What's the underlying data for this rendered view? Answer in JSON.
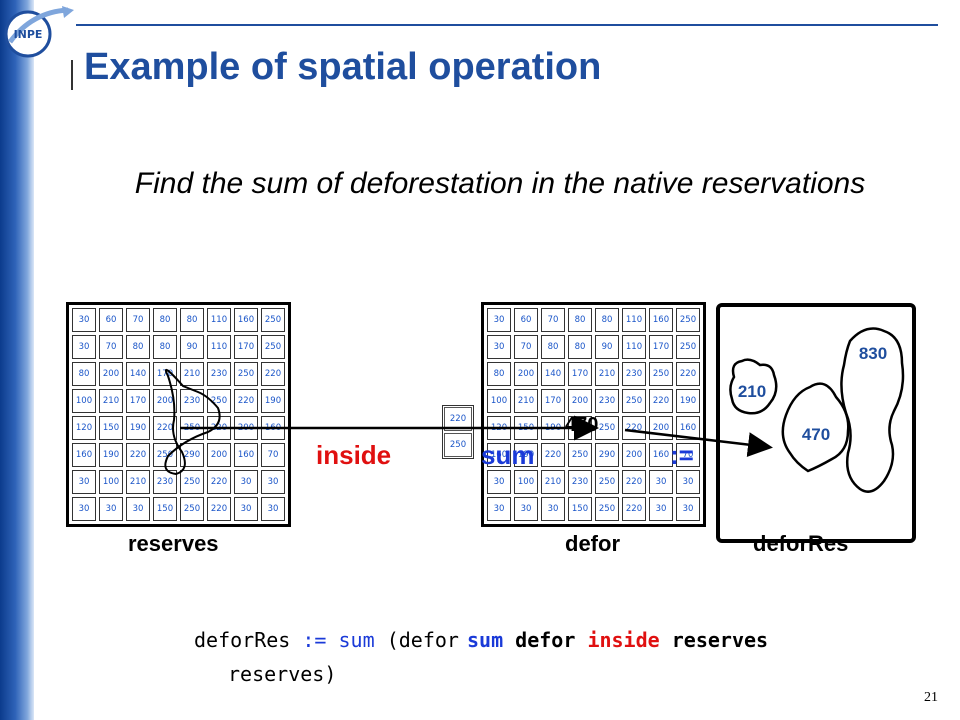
{
  "logo": {
    "text": "INPE"
  },
  "title": "Example of spatial operation",
  "subtitle": "Find the sum of deforestation in the native reservations",
  "grid_values": [
    [
      "30",
      "60",
      "70",
      "80",
      "80",
      "110",
      "160",
      "250"
    ],
    [
      "30",
      "70",
      "80",
      "80",
      "90",
      "110",
      "170",
      "250"
    ],
    [
      "80",
      "200",
      "140",
      "170",
      "210",
      "230",
      "250",
      "220"
    ],
    [
      "100",
      "210",
      "170",
      "200",
      "230",
      "250",
      "220",
      "190"
    ],
    [
      "120",
      "150",
      "190",
      "220",
      "250",
      "220",
      "200",
      "160"
    ],
    [
      "160",
      "190",
      "220",
      "250",
      "290",
      "200",
      "160",
      "70"
    ],
    [
      "30",
      "100",
      "210",
      "230",
      "250",
      "220",
      "30",
      "30"
    ],
    [
      "30",
      "30",
      "30",
      "150",
      "250",
      "220",
      "30",
      "30"
    ]
  ],
  "mini_grid": [
    "220",
    "250"
  ],
  "labels": {
    "reserves": "reserves",
    "defor": "defor",
    "deforRes": "deforRes"
  },
  "operators": {
    "inside": "inside",
    "sum": "sum",
    "assign": ":="
  },
  "result_value": "470",
  "regions": [
    "210",
    "470",
    "830"
  ],
  "code": {
    "target": "deforRes",
    "assign": ":=",
    "func": "sum",
    "open": "(",
    "arg_partial": "defor",
    "line2": "reserves)",
    "overlay_sum": "sum",
    "overlay_defor": "defor",
    "overlay_inside": "inside",
    "overlay_reserves": "reserves"
  },
  "page_number": "21",
  "colors": {
    "title": "#1f4e9e",
    "blue_op": "#1a3ad8",
    "red_op": "#e01010",
    "cell_text": "#1a55c8"
  }
}
